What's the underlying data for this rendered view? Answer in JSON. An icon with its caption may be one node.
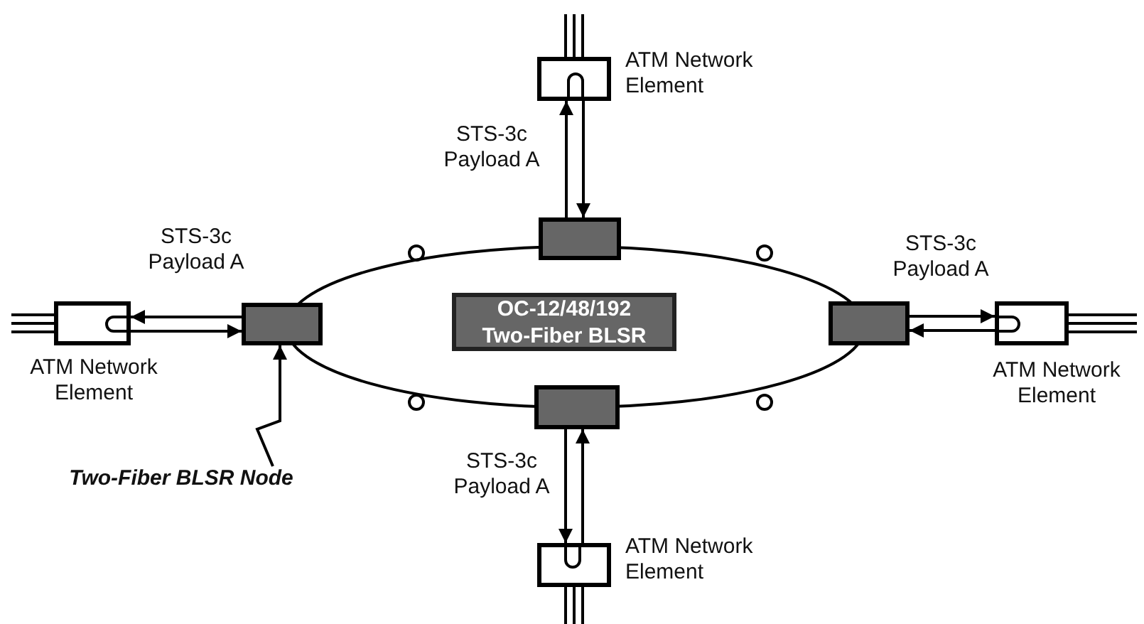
{
  "diagram": {
    "nodes": [
      {
        "text": [],
        "shape": "ellipse"
      },
      {
        "text": [
          "OC-12/48/192 Two-Fiber BLSR"
        ],
        "in": 0
      },
      {
        "text": [],
        "shape": "box"
      },
      {
        "text": [],
        "shape": "box"
      },
      {
        "text": [],
        "shape": "box"
      },
      {
        "text": [],
        "shape": "box"
      },
      {
        "text": [
          "ATM Network Element"
        ]
      },
      {
        "text": [
          "ATM Network Element"
        ]
      },
      {
        "text": [
          "ATM Network Element"
        ]
      },
      {
        "text": [
          "ATM Network Element"
        ]
      },
      {
        "text": [
          "Two-Fiber BLSR Node"
        ]
      }
    ],
    "edges": [
      {
        "from": 2,
        "to": 6,
        "arrow": "to",
        "label": "STS-3c Payload A"
      },
      {
        "from": 6,
        "to": 2,
        "arrow": "to"
      },
      {
        "from": 3,
        "to": 7,
        "arrow": "to",
        "label": "STS-3c Payload A"
      },
      {
        "from": 7,
        "to": 3,
        "arrow": "to"
      },
      {
        "from": 4,
        "to": 8,
        "arrow": "to",
        "label": "STS-3c Payload A"
      },
      {
        "from": 8,
        "to": 4,
        "arrow": "to"
      },
      {
        "from": 5,
        "to": 9,
        "arrow": "to",
        "label": "STS-3c Payload A"
      },
      {
        "from": 9,
        "to": 5,
        "arrow": "to"
      },
      {
        "from": 10,
        "to": 3,
        "arrow": "to"
      }
    ]
  }
}
